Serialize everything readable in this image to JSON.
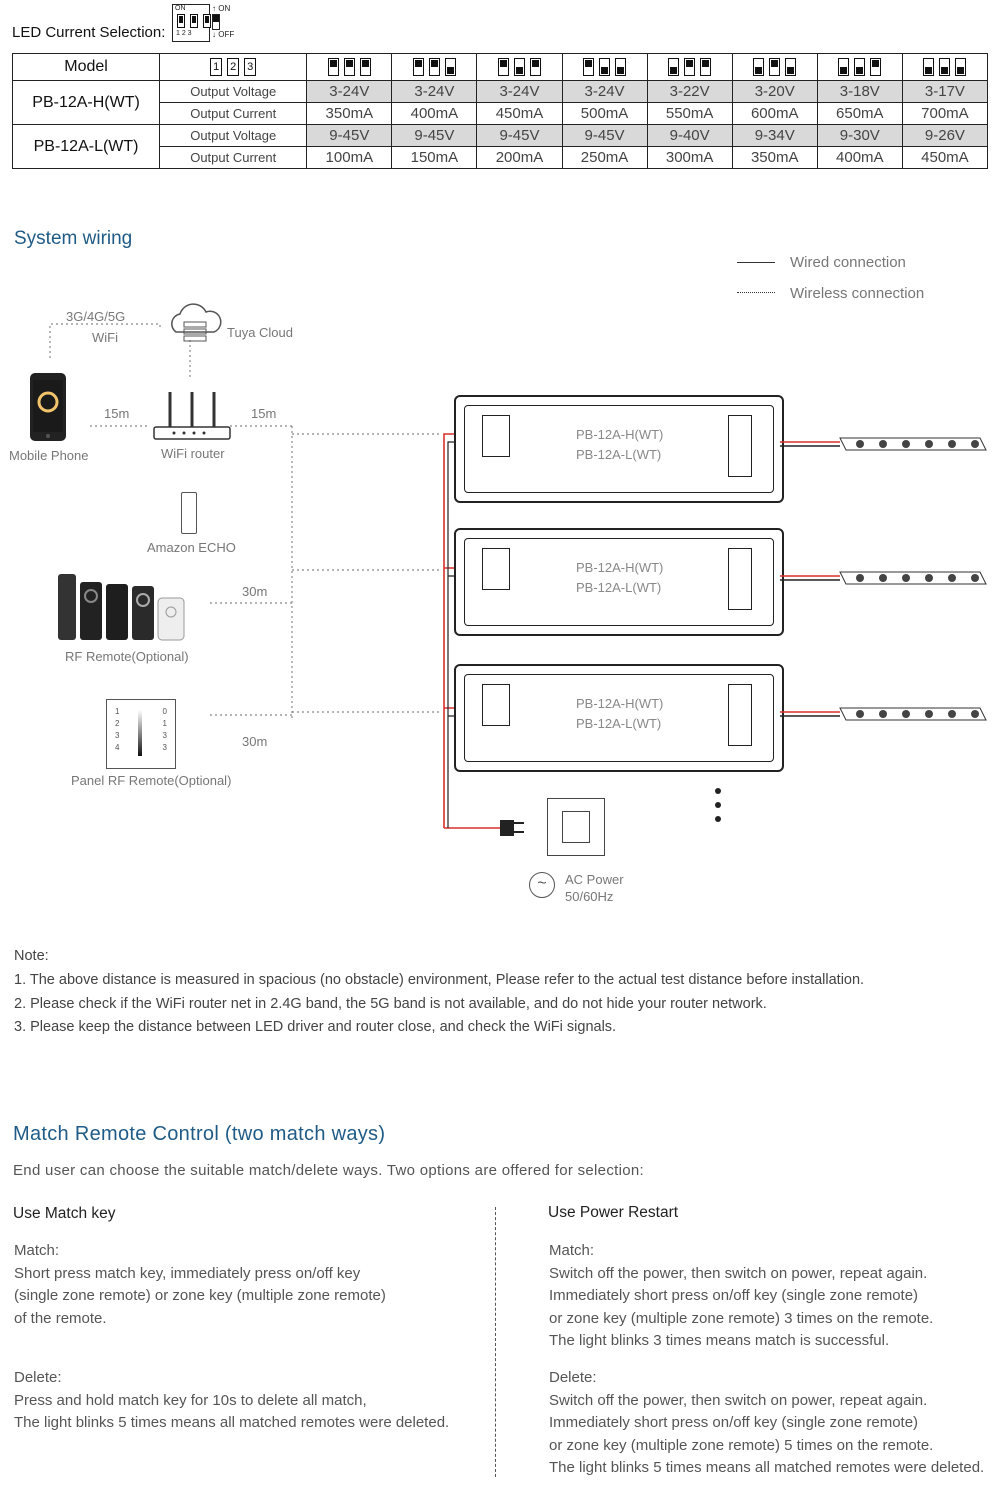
{
  "led_selection": {
    "label": "LED Current Selection:",
    "legend_on": "ON",
    "legend_on_arrow": "↑ ON",
    "legend_off_arrow": "↓ OFF",
    "legend_nums": "1 2 3"
  },
  "table": {
    "model_header": "Model",
    "switch_header_nums": [
      "1",
      "2",
      "3"
    ],
    "dip_patterns": [
      [
        "on",
        "on",
        "on"
      ],
      [
        "on",
        "on",
        "off"
      ],
      [
        "on",
        "off",
        "on"
      ],
      [
        "on",
        "off",
        "off"
      ],
      [
        "off",
        "on",
        "on"
      ],
      [
        "off",
        "on",
        "off"
      ],
      [
        "off",
        "off",
        "on"
      ],
      [
        "off",
        "off",
        "off"
      ]
    ],
    "rows": [
      {
        "model": "PB-12A-H(WT)",
        "voltage_label": "Output Voltage",
        "current_label": "Output Current",
        "voltages": [
          "3-24V",
          "3-24V",
          "3-24V",
          "3-24V",
          "3-22V",
          "3-20V",
          "3-18V",
          "3-17V"
        ],
        "currents": [
          "350mA",
          "400mA",
          "450mA",
          "500mA",
          "550mA",
          "600mA",
          "650mA",
          "700mA"
        ]
      },
      {
        "model": "PB-12A-L(WT)",
        "voltage_label": "Output Voltage",
        "current_label": "Output Current",
        "voltages": [
          "9-45V",
          "9-45V",
          "9-45V",
          "9-45V",
          "9-40V",
          "9-34V",
          "9-30V",
          "9-26V"
        ],
        "currents": [
          "100mA",
          "150mA",
          "200mA",
          "250mA",
          "300mA",
          "350mA",
          "400mA",
          "450mA"
        ]
      }
    ]
  },
  "wiring": {
    "title": "System wiring",
    "legend_wired": "Wired connection",
    "legend_wireless": "Wireless connection",
    "network_label_1": "3G/4G/5G",
    "network_label_2": "WiFi",
    "cloud_label": "Tuya Cloud",
    "phone_label": "Mobile Phone",
    "router_label": "WiFi router",
    "echo_label": "Amazon ECHO",
    "rf_remote_label": "RF Remote(Optional)",
    "panel_label": "Panel RF Remote(Optional)",
    "dist_phone_router": "15m",
    "dist_router_driver": "15m",
    "dist_rf": "30m",
    "dist_panel": "30m",
    "driver_model_1": "PB-12A-H(WT)",
    "driver_model_2": "PB-12A-L(WT)",
    "ac_power_1": "AC Power",
    "ac_power_2": "50/60Hz",
    "panel_keys_left": [
      "1",
      "2",
      "3",
      "4"
    ],
    "panel_keys_right": [
      "0",
      "1",
      "3",
      "3"
    ]
  },
  "notes": {
    "heading": "Note:",
    "items": [
      "1. The above distance is measured in spacious (no obstacle) environment, Please refer to the actual test distance before installation.",
      "2. Please check if the WiFi router net in 2.4G band, the 5G band is not available, and do not hide your router network.",
      "3. Please keep the distance between LED driver and router close, and check the WiFi signals."
    ]
  },
  "match": {
    "title": "Match Remote Control (two match ways)",
    "subtitle": "End user can choose the suitable match/delete ways. Two options are offered for selection:",
    "left": {
      "title": "Use Match key",
      "match_heading": "Match:",
      "match_lines": [
        "Short press match key, immediately press on/off key",
        "(single zone remote) or zone key (multiple zone remote)",
        "of the remote."
      ],
      "delete_heading": "Delete:",
      "delete_lines": [
        "Press and hold match key for 10s to delete all match,",
        "The light blinks 5 times means all matched remotes were deleted."
      ]
    },
    "right": {
      "title": "Use Power Restart",
      "match_heading": "Match:",
      "match_lines": [
        "Switch off the power, then switch on power, repeat again.",
        "Immediately short press on/off key (single zone remote)",
        "or zone key (multiple zone remote) 3 times on the remote.",
        "The light blinks 3 times means match is successful."
      ],
      "delete_heading": "Delete:",
      "delete_lines": [
        "Switch off the power, then switch on power, repeat again.",
        "Immediately short press on/off key (single zone remote)",
        "or zone key (multiple zone remote) 5 times on the remote.",
        "The light blinks 5 times means all matched remotes were deleted."
      ]
    }
  },
  "colors": {
    "heading_blue": "#1f5b86",
    "wire_red": "#d9302c",
    "shade": "#d9d9d9"
  }
}
